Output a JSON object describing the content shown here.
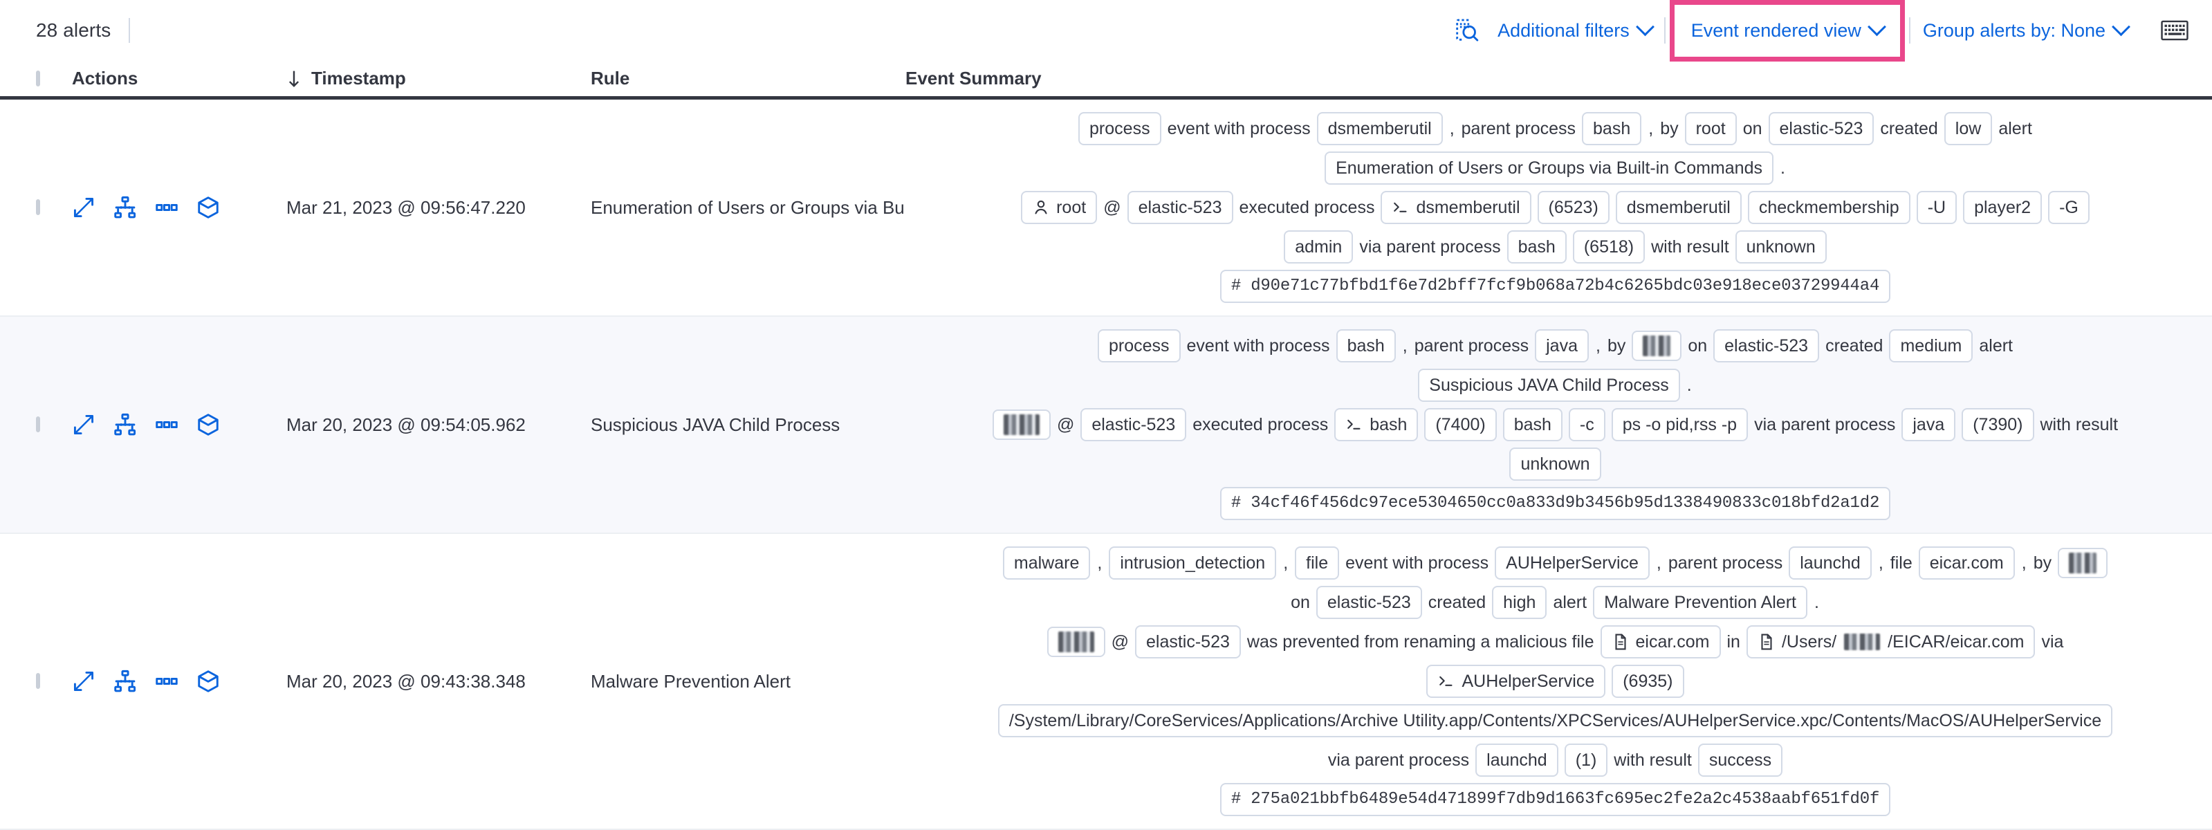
{
  "toolbar": {
    "alert_count": "28 alerts",
    "inspect_icon": "document-search-icon",
    "additional_filters": "Additional filters",
    "event_rendered_view": "Event rendered view",
    "group_alerts_by": "Group alerts by: None",
    "keyboard_icon": "keyboard-icon",
    "highlight_color": "#e9478b",
    "link_color": "#0b64dd"
  },
  "table": {
    "headers": {
      "select_all": "select-all-checkbox",
      "actions": "Actions",
      "timestamp": "Timestamp",
      "sort_icon": "arrow-down-icon",
      "rule": "Rule",
      "event_summary": "Event Summary"
    },
    "row_actions": {
      "expand": "expand-icon",
      "analyzer": "analyzer-icon",
      "more": "more-options-icon",
      "session": "session-view-icon"
    }
  },
  "alerts": [
    {
      "timestamp": "Mar 21, 2023 @ 09:56:47.220",
      "rule": "Enumeration of Users or Groups via Bui",
      "summary_lines": [
        [
          {
            "t": "pill",
            "v": "process"
          },
          {
            "t": "txt",
            "v": "event with process"
          },
          {
            "t": "pill",
            "v": "dsmemberutil"
          },
          {
            "t": "txt",
            "v": ","
          },
          {
            "t": "txt",
            "v": "parent process"
          },
          {
            "t": "pill",
            "v": "bash"
          },
          {
            "t": "txt",
            "v": ","
          },
          {
            "t": "txt",
            "v": "by"
          },
          {
            "t": "pill",
            "v": "root"
          },
          {
            "t": "txt",
            "v": "on"
          },
          {
            "t": "pill",
            "v": "elastic-523"
          },
          {
            "t": "txt",
            "v": "created"
          },
          {
            "t": "pill",
            "v": "low"
          },
          {
            "t": "txt",
            "v": "alert"
          }
        ],
        [
          {
            "t": "pill",
            "v": "Enumeration of Users or Groups via Built-in Commands"
          },
          {
            "t": "txt",
            "v": "."
          }
        ],
        [
          {
            "t": "pill",
            "v": "root",
            "icon": "user-icon"
          },
          {
            "t": "txt",
            "v": "@"
          },
          {
            "t": "pill",
            "v": "elastic-523"
          },
          {
            "t": "txt",
            "v": "executed process"
          },
          {
            "t": "pill",
            "v": "dsmemberutil",
            "icon": "console-icon"
          },
          {
            "t": "pill",
            "v": "(6523)"
          },
          {
            "t": "pill",
            "v": "dsmemberutil"
          },
          {
            "t": "pill",
            "v": "checkmembership"
          },
          {
            "t": "pill",
            "v": "-U"
          },
          {
            "t": "pill",
            "v": "player2"
          },
          {
            "t": "pill",
            "v": "-G"
          }
        ],
        [
          {
            "t": "pill",
            "v": "admin"
          },
          {
            "t": "txt",
            "v": "via parent process"
          },
          {
            "t": "pill",
            "v": "bash"
          },
          {
            "t": "pill",
            "v": "(6518)"
          },
          {
            "t": "txt",
            "v": "with result"
          },
          {
            "t": "pill",
            "v": "unknown"
          }
        ],
        [
          {
            "t": "pill",
            "v": "# d90e71c77bfbd1f6e7d2bff7fcf9b068a72b4c6265bdc03e918ece03729944a4",
            "mono": true
          }
        ]
      ]
    },
    {
      "timestamp": "Mar 20, 2023 @ 09:54:05.962",
      "rule": "Suspicious JAVA Child Process",
      "summary_lines": [
        [
          {
            "t": "pill",
            "v": "process"
          },
          {
            "t": "txt",
            "v": "event with process"
          },
          {
            "t": "pill",
            "v": "bash"
          },
          {
            "t": "txt",
            "v": ","
          },
          {
            "t": "txt",
            "v": "parent process"
          },
          {
            "t": "pill",
            "v": "java"
          },
          {
            "t": "txt",
            "v": ","
          },
          {
            "t": "txt",
            "v": "by"
          },
          {
            "t": "pill",
            "v": "",
            "redacted": "w1"
          },
          {
            "t": "txt",
            "v": "on"
          },
          {
            "t": "pill",
            "v": "elastic-523"
          },
          {
            "t": "txt",
            "v": "created"
          },
          {
            "t": "pill",
            "v": "medium"
          },
          {
            "t": "txt",
            "v": "alert"
          }
        ],
        [
          {
            "t": "pill",
            "v": "Suspicious JAVA Child Process"
          },
          {
            "t": "txt",
            "v": "."
          }
        ],
        [
          {
            "t": "pill",
            "v": "",
            "redacted": "w2"
          },
          {
            "t": "txt",
            "v": "@"
          },
          {
            "t": "pill",
            "v": "elastic-523"
          },
          {
            "t": "txt",
            "v": "executed process"
          },
          {
            "t": "pill",
            "v": "bash",
            "icon": "console-icon"
          },
          {
            "t": "pill",
            "v": "(7400)"
          },
          {
            "t": "pill",
            "v": "bash"
          },
          {
            "t": "pill",
            "v": "-c"
          },
          {
            "t": "pill",
            "v": "ps -o pid,rss -p"
          },
          {
            "t": "txt",
            "v": "via parent process"
          },
          {
            "t": "pill",
            "v": "java"
          },
          {
            "t": "pill",
            "v": "(7390)"
          },
          {
            "t": "txt",
            "v": "with result"
          }
        ],
        [
          {
            "t": "pill",
            "v": "unknown"
          }
        ],
        [
          {
            "t": "pill",
            "v": "# 34cf46f456dc97ece5304650cc0a833d9b3456b95d1338490833c018bfd2a1d2",
            "mono": true
          }
        ]
      ]
    },
    {
      "timestamp": "Mar 20, 2023 @ 09:43:38.348",
      "rule": "Malware Prevention Alert",
      "summary_lines": [
        [
          {
            "t": "pill",
            "v": "malware"
          },
          {
            "t": "txt",
            "v": ","
          },
          {
            "t": "pill",
            "v": "intrusion_detection"
          },
          {
            "t": "txt",
            "v": ","
          },
          {
            "t": "pill",
            "v": "file"
          },
          {
            "t": "txt",
            "v": "event with process"
          },
          {
            "t": "pill",
            "v": "AUHelperService"
          },
          {
            "t": "txt",
            "v": ","
          },
          {
            "t": "txt",
            "v": "parent process"
          },
          {
            "t": "pill",
            "v": "launchd"
          },
          {
            "t": "txt",
            "v": ","
          },
          {
            "t": "txt",
            "v": "file"
          },
          {
            "t": "pill",
            "v": "eicar.com"
          },
          {
            "t": "txt",
            "v": ","
          },
          {
            "t": "txt",
            "v": "by"
          },
          {
            "t": "pill",
            "v": "",
            "redacted": "w1"
          }
        ],
        [
          {
            "t": "txt",
            "v": "on"
          },
          {
            "t": "pill",
            "v": "elastic-523"
          },
          {
            "t": "txt",
            "v": "created"
          },
          {
            "t": "pill",
            "v": "high"
          },
          {
            "t": "txt",
            "v": "alert"
          },
          {
            "t": "pill",
            "v": "Malware Prevention Alert"
          },
          {
            "t": "txt",
            "v": "."
          }
        ],
        [
          {
            "t": "pill",
            "v": "",
            "redacted": "w2"
          },
          {
            "t": "txt",
            "v": "@"
          },
          {
            "t": "pill",
            "v": "elastic-523"
          },
          {
            "t": "txt",
            "v": "was prevented from renaming a malicious file"
          },
          {
            "t": "pill",
            "v": "eicar.com",
            "icon": "file-icon"
          },
          {
            "t": "txt",
            "v": "in"
          },
          {
            "t": "pill",
            "v": "/Users/",
            "icon": "file-icon",
            "suffix": "/EICAR/eicar.com",
            "redact_mid": true
          },
          {
            "t": "txt",
            "v": "via"
          }
        ],
        [
          {
            "t": "pill",
            "v": "AUHelperService",
            "icon": "console-icon"
          },
          {
            "t": "pill",
            "v": "(6935)"
          }
        ],
        [
          {
            "t": "pill",
            "v": "/System/Library/CoreServices/Applications/Archive Utility.app/Contents/XPCServices/AUHelperService.xpc/Contents/MacOS/AUHelperService"
          }
        ],
        [
          {
            "t": "txt",
            "v": "via parent process"
          },
          {
            "t": "pill",
            "v": "launchd"
          },
          {
            "t": "pill",
            "v": "(1)"
          },
          {
            "t": "txt",
            "v": "with result"
          },
          {
            "t": "pill",
            "v": "success"
          }
        ],
        [
          {
            "t": "pill",
            "v": "# 275a021bbfb6489e54d471899f7db9d1663fc695ec2fe2a2c4538aabf651fd0f",
            "mono": true
          }
        ]
      ]
    }
  ]
}
